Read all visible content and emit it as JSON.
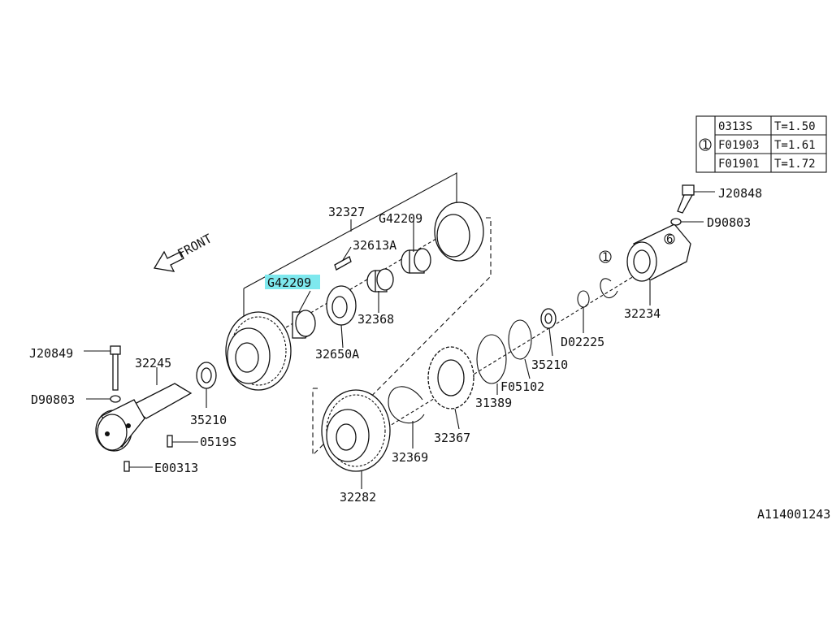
{
  "front_label": "FRONT",
  "diagram_id": "A114001243",
  "highlight": {
    "part": "G42209",
    "color": "#7ee8ee"
  },
  "table": {
    "marker": "1",
    "rows": [
      {
        "part": "0313S",
        "thickness": "T=1.50"
      },
      {
        "part": "F01903",
        "thickness": "T=1.61"
      },
      {
        "part": "F01901",
        "thickness": "T=1.72"
      }
    ]
  },
  "marker_one": "1",
  "marker_six": "6",
  "labels": {
    "p32327": "32327",
    "p32613a": "32613A",
    "p42209_top": "G42209",
    "p42209_hl": "G42209",
    "p32368": "32368",
    "p32650a": "32650A",
    "pJ20849": "J20849",
    "p32245": "32245",
    "pD90803_l": "D90803",
    "p35210_l": "35210",
    "p0519s": "0519S",
    "pE00313": "E00313",
    "pJ20848": "J20848",
    "pD90803_r": "D90803",
    "p32234": "32234",
    "pD02225": "D02225",
    "p35210_r": "35210",
    "pF05102": "F05102",
    "p31389": "31389",
    "p32367": "32367",
    "p32369": "32369",
    "p32282": "32282"
  }
}
